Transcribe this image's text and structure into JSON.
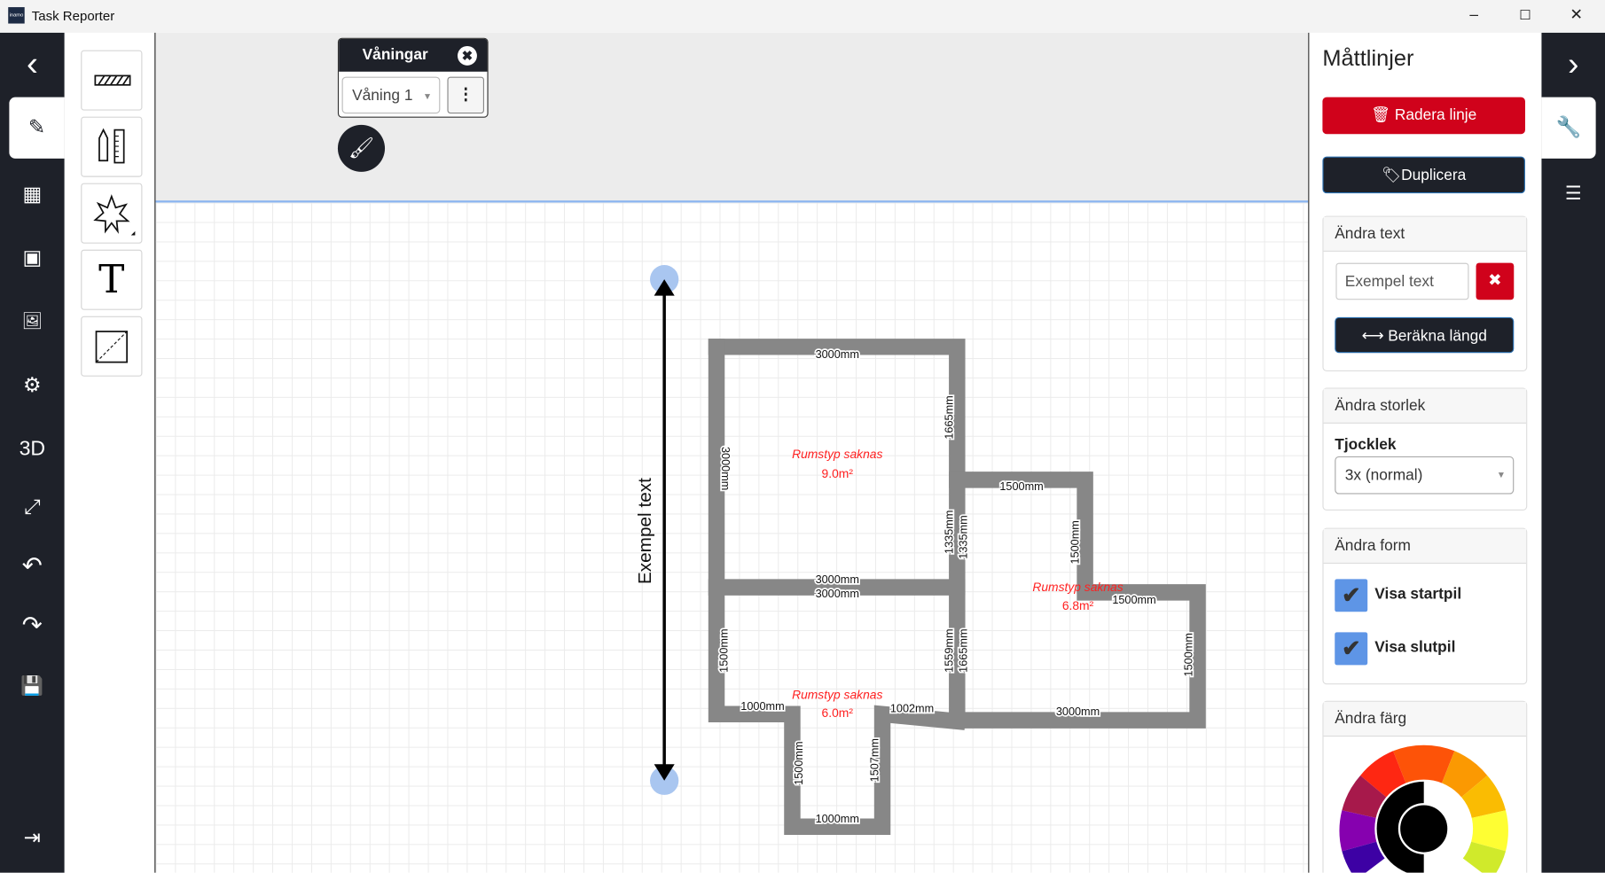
{
  "window": {
    "title": "Task Reporter",
    "logo": "inamo",
    "minimize": "–",
    "maximize": "☐",
    "close": "✕"
  },
  "left_sidebar": {
    "items": [
      {
        "name": "back",
        "icon": "‹"
      },
      {
        "name": "draw",
        "icon": "✎"
      },
      {
        "name": "grid",
        "icon": "▦"
      },
      {
        "name": "objects",
        "icon": "▣"
      },
      {
        "name": "image",
        "icon": "🖼"
      },
      {
        "name": "settings",
        "icon": "⚙"
      },
      {
        "name": "3d",
        "icon": "3D"
      },
      {
        "name": "fullscreen",
        "icon": "⤢"
      },
      {
        "name": "undo",
        "icon": "↶"
      },
      {
        "name": "redo",
        "icon": "↷"
      },
      {
        "name": "save",
        "icon": "💾"
      },
      {
        "name": "logout",
        "icon": "⇥"
      }
    ]
  },
  "tools": [
    {
      "name": "wall-tool"
    },
    {
      "name": "measure-tool"
    },
    {
      "name": "shape-tool"
    },
    {
      "name": "text-tool",
      "icon": "T"
    },
    {
      "name": "diagonal-tool"
    }
  ],
  "floors": {
    "title": "Våningar",
    "selected": "Våning 1",
    "more": "⋮"
  },
  "canvas": {
    "measure_line": {
      "text": "Exempel text",
      "show_start_arrow": true,
      "show_end_arrow": true
    },
    "wall_labels": [
      "3000mm",
      "3000mm",
      "1665mm",
      "1500mm",
      "1335mm",
      "1335mm",
      "1500mm",
      "3000mm",
      "3000mm",
      "1500mm",
      "1559mm",
      "1665mm",
      "1500mm",
      "1000mm",
      "1002mm",
      "3000mm",
      "1500mm",
      "1507mm",
      "1000mm"
    ],
    "rooms": [
      {
        "type": "Rumstyp saknas",
        "area": "9.0m²"
      },
      {
        "type": "Rumstyp saknas",
        "area": "6.8m²"
      },
      {
        "type": "Rumstyp saknas",
        "area": "6.0m²"
      }
    ]
  },
  "right_panel": {
    "title": "Måttlinjer",
    "delete_label": "Radera linje",
    "duplicate_label": "Duplicera",
    "text_card": {
      "title": "Ändra text",
      "input_value": "Exempel text",
      "clear": "✖",
      "calc_label": "Beräkna längd"
    },
    "size_card": {
      "title": "Ändra storlek",
      "thickness_label": "Tjocklek",
      "thickness_value": "3x (normal)"
    },
    "shape_card": {
      "title": "Ändra form",
      "start_arrow_label": "Visa startpil",
      "end_arrow_label": "Visa slutpil",
      "start_checked": true,
      "end_checked": true
    },
    "color_card": {
      "title": "Ändra färg",
      "selected_color": "#000000"
    }
  },
  "colors": {
    "dark": "#1e2129",
    "danger": "#d0021b",
    "check": "#5e95e6",
    "wall": "#878787",
    "room_label": "#ff2020"
  }
}
